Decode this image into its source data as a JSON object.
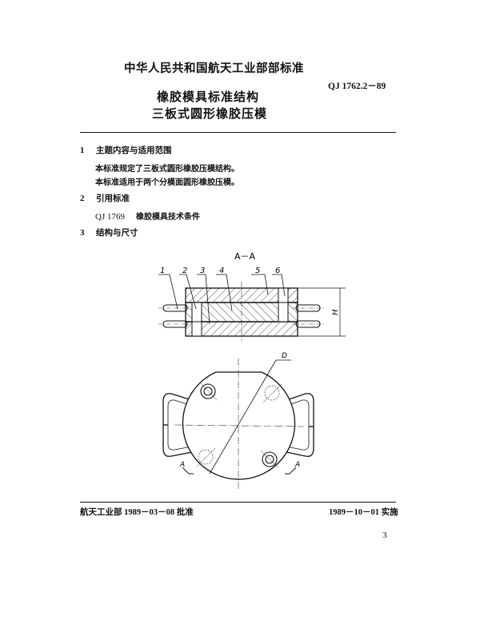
{
  "header": {
    "organization": "中华人民共和国航天工业部部标准",
    "standard_code": "QJ 1762.2－89",
    "title_line1": "橡胶模具标准结构",
    "title_line2": "三板式圆形橡胶压模"
  },
  "sections": [
    {
      "number": "1",
      "heading": "主题内容与适用范围",
      "paragraphs": [
        "本标准规定了三板式圆形橡胶压模结构。",
        "本标准适用于两个分模面圆形橡胶压模。"
      ]
    },
    {
      "number": "2",
      "heading": "引用标准",
      "references": [
        {
          "code": "QJ 1769",
          "name": "橡胶模具技术条件"
        }
      ]
    },
    {
      "number": "3",
      "heading": "结构与尺寸"
    }
  ],
  "drawing": {
    "section_label": "A－A",
    "part_numbers": [
      "1",
      "2",
      "3",
      "4",
      "5",
      "6"
    ],
    "height_dim": "H",
    "diameter_dim": "D",
    "cut_marks": [
      "A",
      "A"
    ]
  },
  "footer": {
    "approval": "航天工业部 1989－03－08 批准",
    "effective": "1989－10－01 实施",
    "page_number": "3"
  }
}
